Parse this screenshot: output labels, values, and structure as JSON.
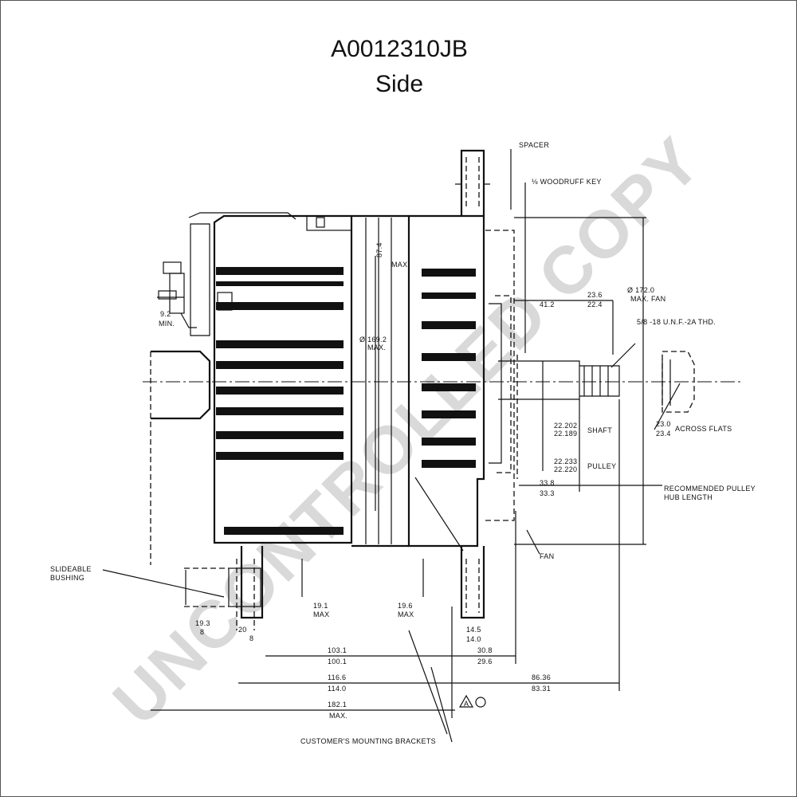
{
  "header": {
    "part_number": "A0012310JB",
    "view": "Side"
  },
  "watermark": "UNCONTROLLED COPY",
  "labels": {
    "spacer": "SPACER",
    "woodruff": "⅛ WOODRUFF KEY",
    "height_max": "87.4",
    "height_max_word": "MAX",
    "body_dia": "Ø 169.2",
    "body_dia_word": "MAX.",
    "terminal_min": "9.2",
    "terminal_min_word": "MIN.",
    "fan_dia": "Ø 172.0",
    "fan_dia_word": "MAX. FAN",
    "dim_41_2": "41.2",
    "dim_23_6": "23.6",
    "dim_22_4": "22.4",
    "thread": "5/8 -18 U.N.F.-2A THD.",
    "shaft_dia_hi": "22.202",
    "shaft_dia_lo": "22.189",
    "shaft_word": "SHAFT",
    "pulley_dia_hi": "22.233",
    "pulley_dia_lo": "22.220",
    "pulley_word": "PULLEY",
    "flats_hi": "23.0",
    "flats_lo": "23.4",
    "flats_word": "ACROSS FLATS",
    "hub_hi": "33.8",
    "hub_lo": "33.3",
    "hub_word_1": "RECOMMENDED PULLEY",
    "hub_word_2": "HUB LENGTH",
    "fan": "FAN",
    "bushing_1": "SLIDEABLE",
    "bushing_2": "BUSHING",
    "dim_19_1": "19.1",
    "dim_19_1_word": "MAX",
    "dim_19_6": "19.6",
    "dim_19_6_word": "MAX",
    "dim_19_3": "19.3",
    "dim_19_3_sub": "8",
    "dim_20": "20",
    "dim_20_sub": "8",
    "dim_14_5": "14.5",
    "dim_14_0": "14.0",
    "dim_103_1": "103.1",
    "dim_100_1": "100.1",
    "dim_30_8": "30.8",
    "dim_29_6": "29.6",
    "dim_116_6": "116.6",
    "dim_114_0": "114.0",
    "dim_86_36": "86.36",
    "dim_83_31": "83.31",
    "dim_182_1": "182.1",
    "dim_182_1_word": "MAX.",
    "brackets": "CUSTOMER'S MOUNTING BRACKETS",
    "rev_mark": "A"
  }
}
